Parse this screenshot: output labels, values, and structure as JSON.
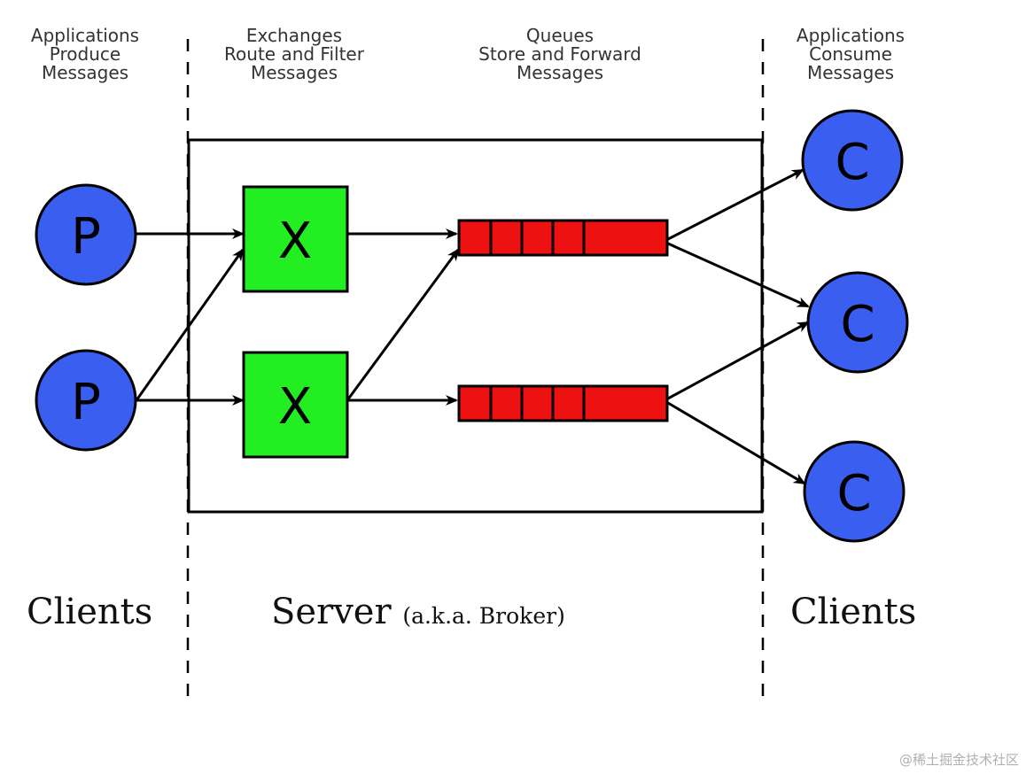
{
  "headers": {
    "producers": [
      "Applications",
      "Produce",
      "Messages"
    ],
    "exchanges": [
      "Exchanges",
      "Route and Filter",
      "Messages"
    ],
    "queues": [
      "Queues",
      "Store and Forward",
      "Messages"
    ],
    "consumers": [
      "Applications",
      "Consume",
      "Messages"
    ]
  },
  "sections": {
    "left": "Clients",
    "server": "Server",
    "server_note": "(a.k.a. Broker)",
    "right": "Clients"
  },
  "nodes": {
    "producer_label": "P",
    "exchange_label": "X",
    "consumer_label": "C"
  },
  "watermark": "@稀土掘金技术社区",
  "colors": {
    "producer": "#3a5ff0",
    "exchange": "#22ee22",
    "queue": "#ee1111",
    "consumer": "#3a5ff0",
    "lines": "#000000"
  }
}
